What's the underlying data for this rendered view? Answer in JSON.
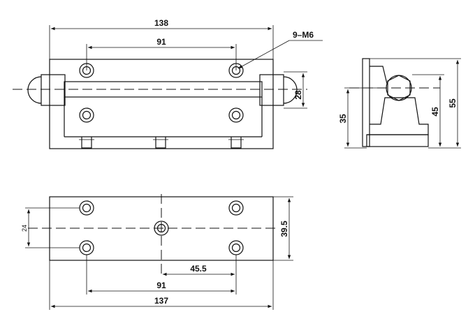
{
  "front_view": {
    "dim_overall_width": "138",
    "dim_hole_spacing": "91",
    "dim_thread_callout": "9–M6",
    "dim_height": "28"
  },
  "side_view": {
    "dim_axis_height": "35",
    "dim_body_height": "45",
    "dim_total_height": "55"
  },
  "top_view": {
    "dim_hole_offset": "24",
    "dim_depth": "39.5",
    "dim_half_spacing": "45.5",
    "dim_hole_spacing": "91",
    "dim_overall_length": "137"
  }
}
